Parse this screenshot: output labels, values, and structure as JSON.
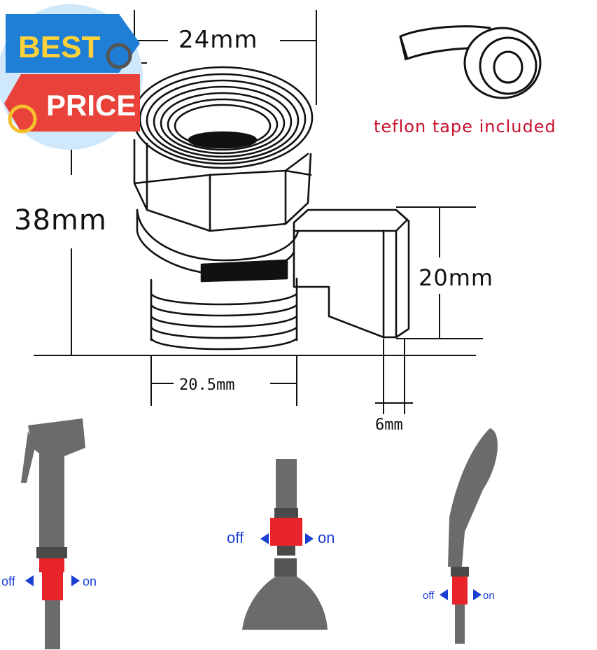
{
  "badge": {
    "best_label": "BEST",
    "price_label": "PRICE",
    "colors": {
      "best_tag": "#1f7fd6",
      "price_tag": "#e8423a",
      "text_best": "#ffd23a",
      "text_price": "#ffffff",
      "halo": "#cfe8fb"
    }
  },
  "dimensions": {
    "top_width": "24mm",
    "height": "38mm",
    "lever_height": "20mm",
    "thread_width": "20.5mm",
    "lever_thickness": "6mm"
  },
  "teflon": {
    "caption": "teflon tape included",
    "color": "#c8102e"
  },
  "examples": [
    {
      "name": "bidet sprayer",
      "off_label": "off",
      "on_label": "on"
    },
    {
      "name": "shower head",
      "off_label": "off",
      "on_label": "on"
    },
    {
      "name": "hand shower",
      "off_label": "off",
      "on_label": "on"
    }
  ],
  "colors": {
    "valve_red": "#e8242a",
    "arrow_blue": "#1a3fd1",
    "fixture_gray": "#6b6b6b"
  }
}
